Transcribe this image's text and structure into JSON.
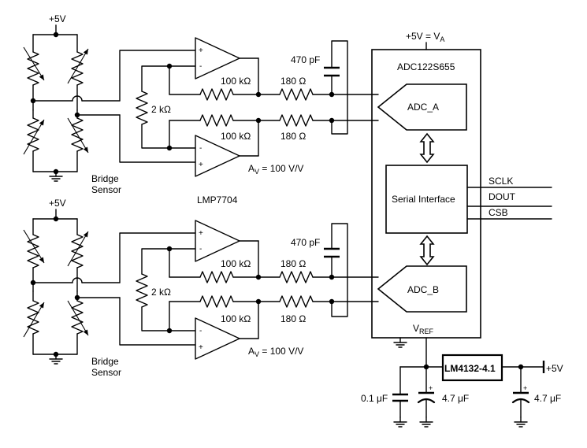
{
  "labels": {
    "vcc_top1": "+5V",
    "vcc_top2": "+5V",
    "vcc_right": "+5V",
    "bridge1_line1": "Bridge",
    "bridge1_line2": "Sensor",
    "bridge2_line1": "Bridge",
    "bridge2_line2": "Sensor",
    "amp_part": "LMP7704",
    "gain1": "A",
    "gain1_sub": "V",
    "gain1_val": " = 100 V/V",
    "gain2": "A",
    "gain2_sub": "V",
    "gain2_val": " = 100 V/V",
    "rg1": "2 kΩ",
    "rg2": "2 kΩ",
    "rf1a": "100 kΩ",
    "rf1b": "100 kΩ",
    "rf2a": "100 kΩ",
    "rf2b": "100 kΩ",
    "rs1a": "180 Ω",
    "rs1b": "180 Ω",
    "rs2a": "180 Ω",
    "rs2b": "180 Ω",
    "cap1": "470 pF",
    "cap2": "470 pF",
    "adc_supply": "+5V = V",
    "adc_supply_sub": "A",
    "adc_part": "ADC122S655",
    "adc_a": "ADC_A",
    "adc_b": "ADC_B",
    "serial": "Serial  Interface",
    "sclk": "SCLK",
    "dout": "DOUT",
    "csb": "CSB",
    "vref": "V",
    "vref_sub": "REF",
    "ref_part": "LM4132-4.1",
    "c_01": "0.1 μF",
    "c_47a": "4.7 μF",
    "c_47b": "4.7 μF",
    "plus": "+",
    "minus": "-"
  }
}
